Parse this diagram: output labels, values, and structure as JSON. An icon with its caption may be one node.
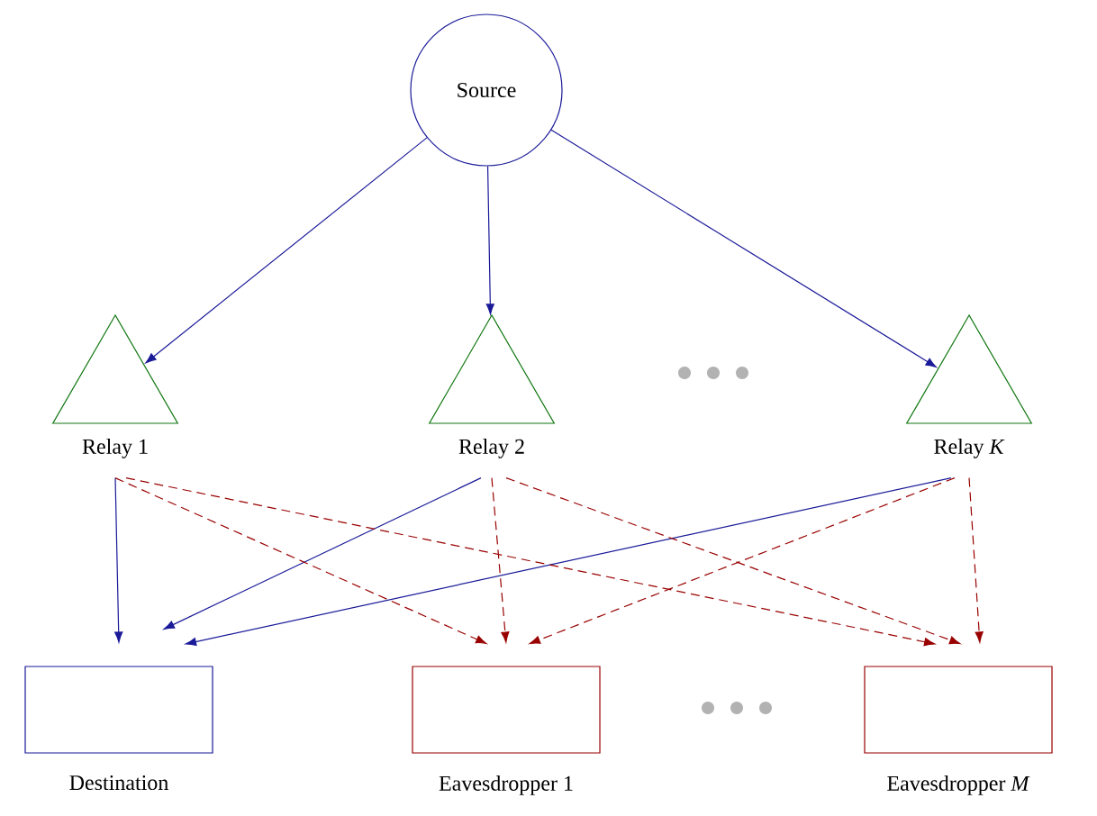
{
  "diagram": {
    "nodes": [
      {
        "text": [
          "Source"
        ]
      },
      {
        "text": [
          "Relay 1"
        ]
      },
      {
        "text": [
          "Relay 2"
        ]
      },
      {
        "text": [
          "Relay *K*"
        ]
      },
      {
        "text": [
          "Destination"
        ]
      },
      {
        "text": [
          "Eavesdropper 1"
        ]
      },
      {
        "text": [
          "Eavesdropper *M*"
        ]
      }
    ],
    "edges": [
      {
        "from": 0,
        "to": 1,
        "arrow": "to"
      },
      {
        "from": 0,
        "to": 2,
        "arrow": "to"
      },
      {
        "from": 0,
        "to": 3,
        "arrow": "to"
      },
      {
        "from": 1,
        "to": 4,
        "arrow": "to"
      },
      {
        "from": 2,
        "to": 4,
        "arrow": "to"
      },
      {
        "from": 3,
        "to": 4,
        "arrow": "to"
      },
      {
        "from": 1,
        "to": 5,
        "arrow": "to",
        "style": "dashed",
        "color": "#990000"
      },
      {
        "from": 1,
        "to": 6,
        "arrow": "to",
        "style": "dashed",
        "color": "#990000"
      },
      {
        "from": 2,
        "to": 5,
        "arrow": "to",
        "style": "dashed",
        "color": "#990000"
      },
      {
        "from": 2,
        "to": 6,
        "arrow": "to",
        "style": "dashed",
        "color": "#990000"
      },
      {
        "from": 3,
        "to": 5,
        "arrow": "to",
        "style": "dashed",
        "color": "#990000"
      },
      {
        "from": 3,
        "to": 6,
        "arrow": "to",
        "style": "dashed",
        "color": "#990000"
      }
    ]
  }
}
